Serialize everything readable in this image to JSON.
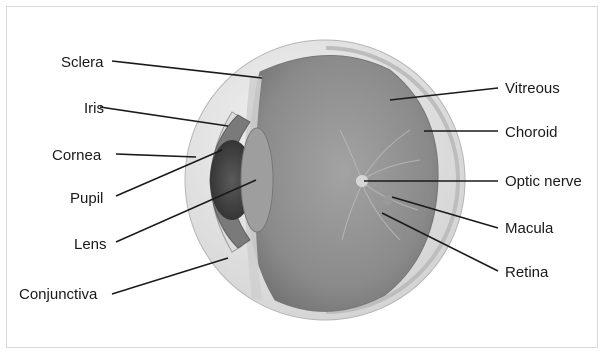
{
  "diagram": {
    "labels_left": {
      "sclera": "Sclera",
      "iris": "Iris",
      "cornea": "Cornea",
      "pupil": "Pupil",
      "lens": "Lens",
      "conjunctiva": "Conjunctiva"
    },
    "labels_right": {
      "vitreous": "Vitreous",
      "choroid": "Choroid",
      "optic_nerve": "Optic nerve",
      "macula": "Macula",
      "retina": "Retina"
    }
  },
  "colors": {
    "sclera": "#e6e6e6",
    "interior": "#8c8c8c",
    "leader_line": "#1a1a1a"
  }
}
